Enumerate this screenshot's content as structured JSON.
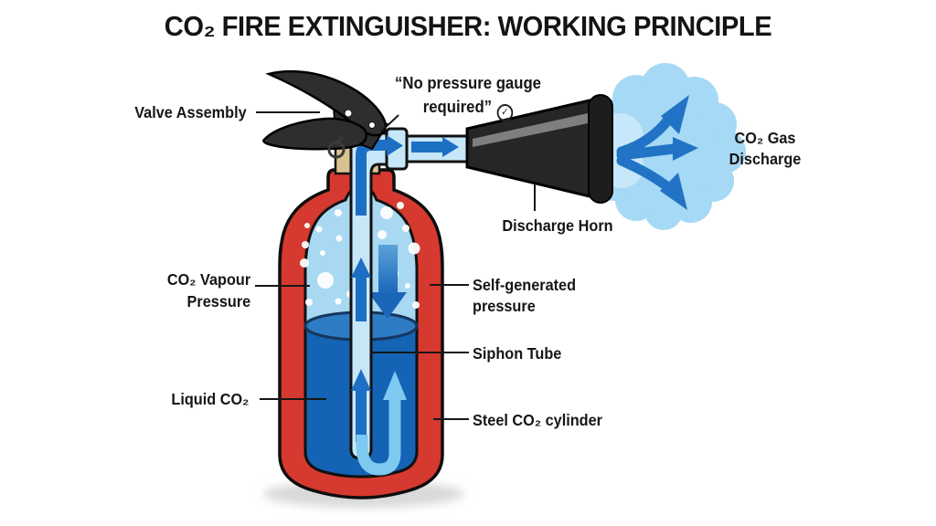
{
  "title": "CO₂ FIRE EXTINGUISHER: WORKING PRINCIPLE",
  "labels": {
    "valve_assembly": "Valve Assembly",
    "no_gauge": {
      "line1": "“No pressure gauge",
      "line2": "required”",
      "check": "✓"
    },
    "discharge_horn": "Discharge Horn",
    "gas_discharge": {
      "line1": "CO₂ Gas",
      "line2": "Discharge"
    },
    "vapour": {
      "line1": "CO₂ Vapour",
      "line2": "Pressure"
    },
    "self_pressure": {
      "line1": "Self-generated",
      "line2": "pressure"
    },
    "siphon_tube": "Siphon Tube",
    "liquid_co2": "Liquid CO₂",
    "steel_cylinder": "Steel CO₂ cylinder"
  },
  "icons": {
    "check_circle": "check-circle"
  },
  "colors": {
    "cylinder_red": "#d5392f",
    "vapor_blue": "#a9d8f3",
    "liquid_blue": "#1463b4",
    "surface_blue": "#2e7cc4",
    "tube_blue": "#c7e7f9",
    "arrow_blue": "#1d6fc3",
    "flow_light": "#7ec9f0",
    "cloud_blue": "#a6d9f5",
    "cloud_arrow": "#2273c5",
    "horn_dark": "#262626",
    "brass": "#d8c28f",
    "handle_dark": "#2e2e2e",
    "shadow": "#d9d9d9",
    "text": "#161616"
  }
}
